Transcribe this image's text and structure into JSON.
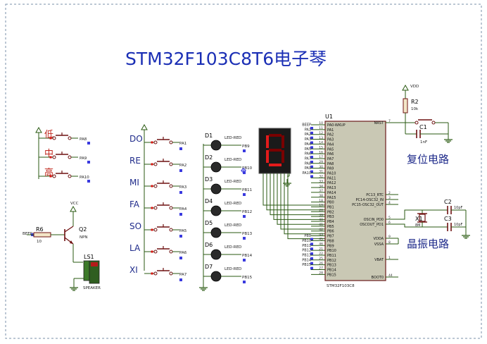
{
  "title": "STM32F103C8T6电子琴",
  "colors": {
    "wire": "#2a5a12",
    "component": "#6e1010",
    "chip": "#c9c8b4",
    "title": "#1b2fb5",
    "label": "#1e2a8a",
    "led_off": "#2a2a2a",
    "seg_on": "#e31b1b",
    "seg_bg": "#7a0000"
  },
  "octave_buttons": [
    {
      "label": "低",
      "net": "PA8"
    },
    {
      "label": "中",
      "net": "PA9"
    },
    {
      "label": "高",
      "net": "PA10"
    }
  ],
  "note_buttons": [
    {
      "label": "DO",
      "net": "PA1"
    },
    {
      "label": "RE",
      "net": "PA2"
    },
    {
      "label": "MI",
      "net": "PA3"
    },
    {
      "label": "FA",
      "net": "PA4"
    },
    {
      "label": "SO",
      "net": "PA5"
    },
    {
      "label": "LA",
      "net": "PA6"
    },
    {
      "label": "XI",
      "net": "PA7"
    }
  ],
  "leds": [
    {
      "ref": "D1",
      "part": "LED-RED",
      "net": "PB9"
    },
    {
      "ref": "D2",
      "part": "LED-RED",
      "net": "PB10"
    },
    {
      "ref": "D3",
      "part": "LED-RED",
      "net": "PB11"
    },
    {
      "ref": "D4",
      "part": "LED-RED",
      "net": "PB12"
    },
    {
      "ref": "D5",
      "part": "LED-RED",
      "net": "PB13"
    },
    {
      "ref": "D6",
      "part": "LED-RED",
      "net": "PB14"
    },
    {
      "ref": "D7",
      "part": "LED-RED",
      "net": "PB15"
    }
  ],
  "buzzer": {
    "r_ref": "R6",
    "r_val": "10",
    "q_ref": "Q2",
    "q_type": "NPN",
    "ls_ref": "LS1",
    "ls_type": "SPEAKER",
    "vcc": "VCC",
    "beep_net": "BEEP"
  },
  "mcu": {
    "ref": "U1",
    "part": "STM32F103C8",
    "left_pins": [
      {
        "net": "BEEP",
        "num": "10",
        "name": "PA0-WKUP"
      },
      {
        "net": "PA1",
        "num": "11",
        "name": "PA1"
      },
      {
        "net": "PA2",
        "num": "12",
        "name": "PA2"
      },
      {
        "net": "PA3",
        "num": "13",
        "name": "PA3"
      },
      {
        "net": "PA4",
        "num": "14",
        "name": "PA4"
      },
      {
        "net": "PA5",
        "num": "15",
        "name": "PA5"
      },
      {
        "net": "PA6",
        "num": "16",
        "name": "PA6"
      },
      {
        "net": "PA7",
        "num": "17",
        "name": "PA7"
      },
      {
        "net": "PA8",
        "num": "29",
        "name": "PA8"
      },
      {
        "net": "PA9",
        "num": "30",
        "name": "PA9"
      },
      {
        "net": "PA10",
        "num": "31",
        "name": "PA10"
      },
      {
        "net": "",
        "num": "32",
        "name": "PA11"
      },
      {
        "net": "",
        "num": "33",
        "name": "PA12"
      },
      {
        "net": "",
        "num": "34",
        "name": "PA13"
      },
      {
        "net": "",
        "num": "37",
        "name": "PA14"
      },
      {
        "net": "",
        "num": "38",
        "name": "PA15"
      },
      {
        "net": "",
        "num": "18",
        "name": "PB0"
      },
      {
        "net": "",
        "num": "19",
        "name": "PB1"
      },
      {
        "net": "",
        "num": "20",
        "name": "PB2"
      },
      {
        "net": "",
        "num": "39",
        "name": "PB3"
      },
      {
        "net": "",
        "num": "40",
        "name": "PB4"
      },
      {
        "net": "",
        "num": "41",
        "name": "PB5"
      },
      {
        "net": "",
        "num": "42",
        "name": "PB6"
      },
      {
        "net": "PB9",
        "num": "43",
        "name": "PB7"
      },
      {
        "net": "PB10",
        "num": "45",
        "name": "PB8"
      },
      {
        "net": "PB11",
        "num": "46",
        "name": "PB9"
      },
      {
        "net": "PB12",
        "num": "21",
        "name": "PB10"
      },
      {
        "net": "PB13",
        "num": "22",
        "name": "PB11"
      },
      {
        "net": "PB14",
        "num": "25",
        "name": "PB12"
      },
      {
        "net": "PB15",
        "num": "26",
        "name": "PB13"
      },
      {
        "net": "",
        "num": "27",
        "name": "PB14"
      },
      {
        "net": "",
        "num": "28",
        "name": "PB15"
      }
    ],
    "right_pins": [
      {
        "num": "7",
        "name": "NRST"
      },
      {
        "num": "2",
        "name": "PC13_RTC"
      },
      {
        "num": "3",
        "name": "PC14-OSC32_IN"
      },
      {
        "num": "4",
        "name": "PC15-OSC32_OUT"
      },
      {
        "num": "5",
        "name": "OSCIN_PD0"
      },
      {
        "num": "6",
        "name": "OSCOUT_PD1"
      },
      {
        "num": "9",
        "name": "VDDA"
      },
      {
        "num": "8",
        "name": "VSSA"
      },
      {
        "num": "1",
        "name": "VBAT"
      },
      {
        "num": "44",
        "name": "BOOT0"
      }
    ]
  },
  "reset": {
    "r_ref": "R2",
    "r_val": "10k",
    "c_ref": "C1",
    "c_val": "1nF",
    "vdd": "VDD",
    "label": "复位电路"
  },
  "crystal": {
    "x_ref": "X1",
    "x_val": "8M",
    "c2_ref": "C2",
    "c2_val": "10pF",
    "c3_ref": "C3",
    "c3_val": "10pF",
    "label": "晶振电路"
  }
}
